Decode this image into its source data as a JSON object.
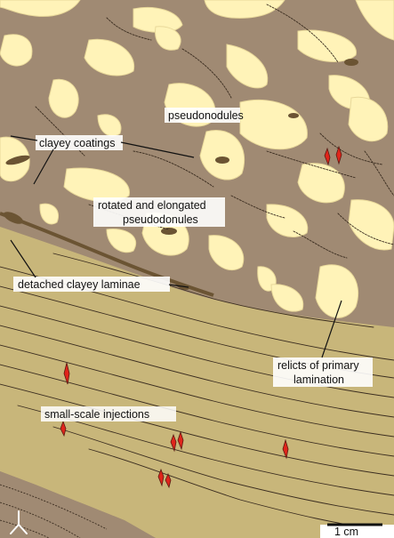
{
  "figure": {
    "labels": {
      "pseudonodules": "pseudonodules",
      "clayey_coatings": "clayey coatings",
      "rotated_line1": "rotated and elongated",
      "rotated_line2": "pseudodonules",
      "detached": "detached clayey laminae",
      "relicts_line1": "relicts of primary",
      "relicts_line2": "lamination",
      "injections": "small-scale injections",
      "scale": "1 cm"
    },
    "colors": {
      "matrix": "#a08a73",
      "lower_bed": "#c8b67a",
      "nodule": "#fff3b8",
      "clay": "#6b5433",
      "injection": "#e0251b",
      "label_bg": "#ffffff"
    },
    "icons": [
      "way-up-arrow-icon",
      "scale-bar-icon"
    ]
  }
}
